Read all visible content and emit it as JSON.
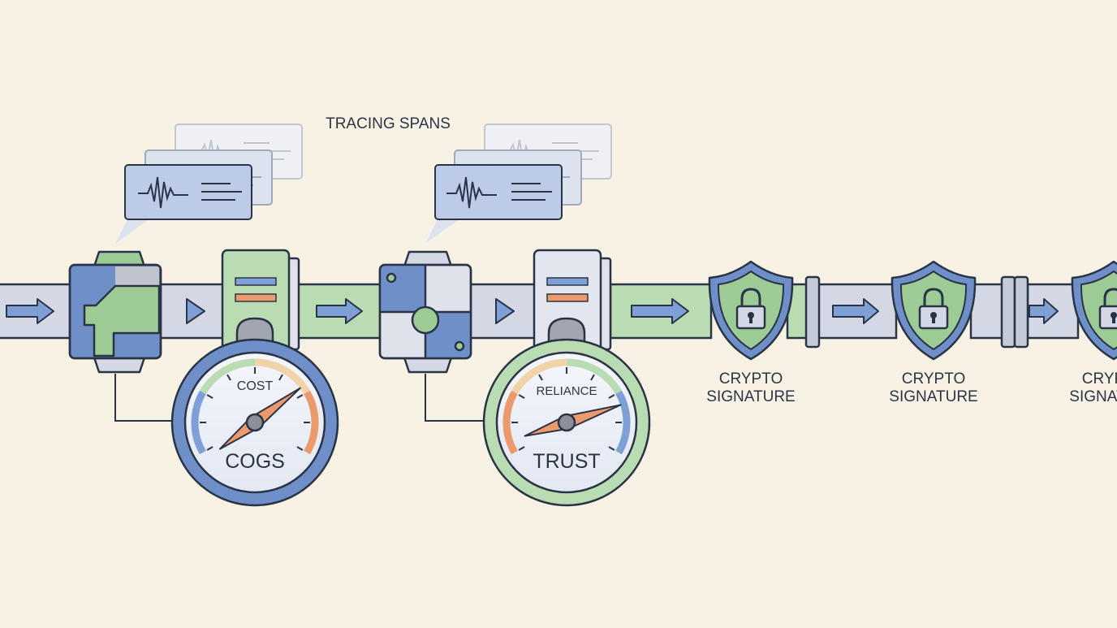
{
  "labels": {
    "tracing_spans": "TRACING SPANS",
    "gauge_cost": {
      "dial_label": "COST",
      "name": "COGS"
    },
    "gauge_trust": {
      "dial_label": "RELIANCE",
      "name": "TRUST"
    },
    "signatures": [
      {
        "line1": "CRYPTO",
        "line2": "SIGNATURE"
      },
      {
        "line1": "CRYPTO",
        "line2": "SIGNATURE"
      },
      {
        "line1": "CRYPTO",
        "line2": "SIGNATURE"
      }
    ]
  },
  "gauges": {
    "cost_level": 0.72,
    "trust_level": 0.8
  },
  "colors": {
    "background": "#f7f2e4",
    "outline": "#2b3446",
    "blue": "#6f8fc9",
    "blue_light": "#c9d5ec",
    "green": "#9ccb95",
    "green_light": "#cfe6c7",
    "grey": "#d4d8e4",
    "orange": "#ec9a6c"
  },
  "icons": [
    "arrow-right-icon",
    "play-triangle-icon",
    "waveform-icon",
    "padlock-icon",
    "shield-icon",
    "gauge-icon",
    "valve-icon"
  ]
}
